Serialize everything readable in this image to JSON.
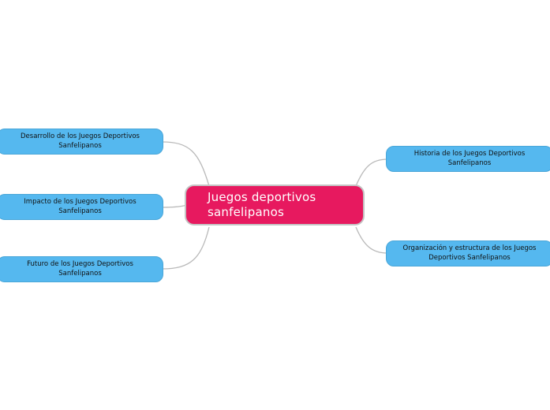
{
  "mindmap": {
    "central": {
      "label": "Juegos deportivos sanfelipanos",
      "color": "#e7195f"
    },
    "branch_color": "#55b8ef",
    "connector_color": "#b9b9b9",
    "nodes": [
      {
        "id": "n1",
        "side": "left",
        "label": "Desarrollo de los Juegos Deportivos Sanfelipanos"
      },
      {
        "id": "n2",
        "side": "left",
        "label": "Impacto de los Juegos Deportivos Sanfelipanos"
      },
      {
        "id": "n3",
        "side": "left",
        "label": "Futuro de los Juegos Deportivos Sanfelipanos"
      },
      {
        "id": "n4",
        "side": "right",
        "label": "Historia de los Juegos Deportivos Sanfelipanos"
      },
      {
        "id": "n5",
        "side": "right",
        "label": "Organización y estructura de los Juegos Deportivos Sanfelipanos"
      }
    ]
  }
}
